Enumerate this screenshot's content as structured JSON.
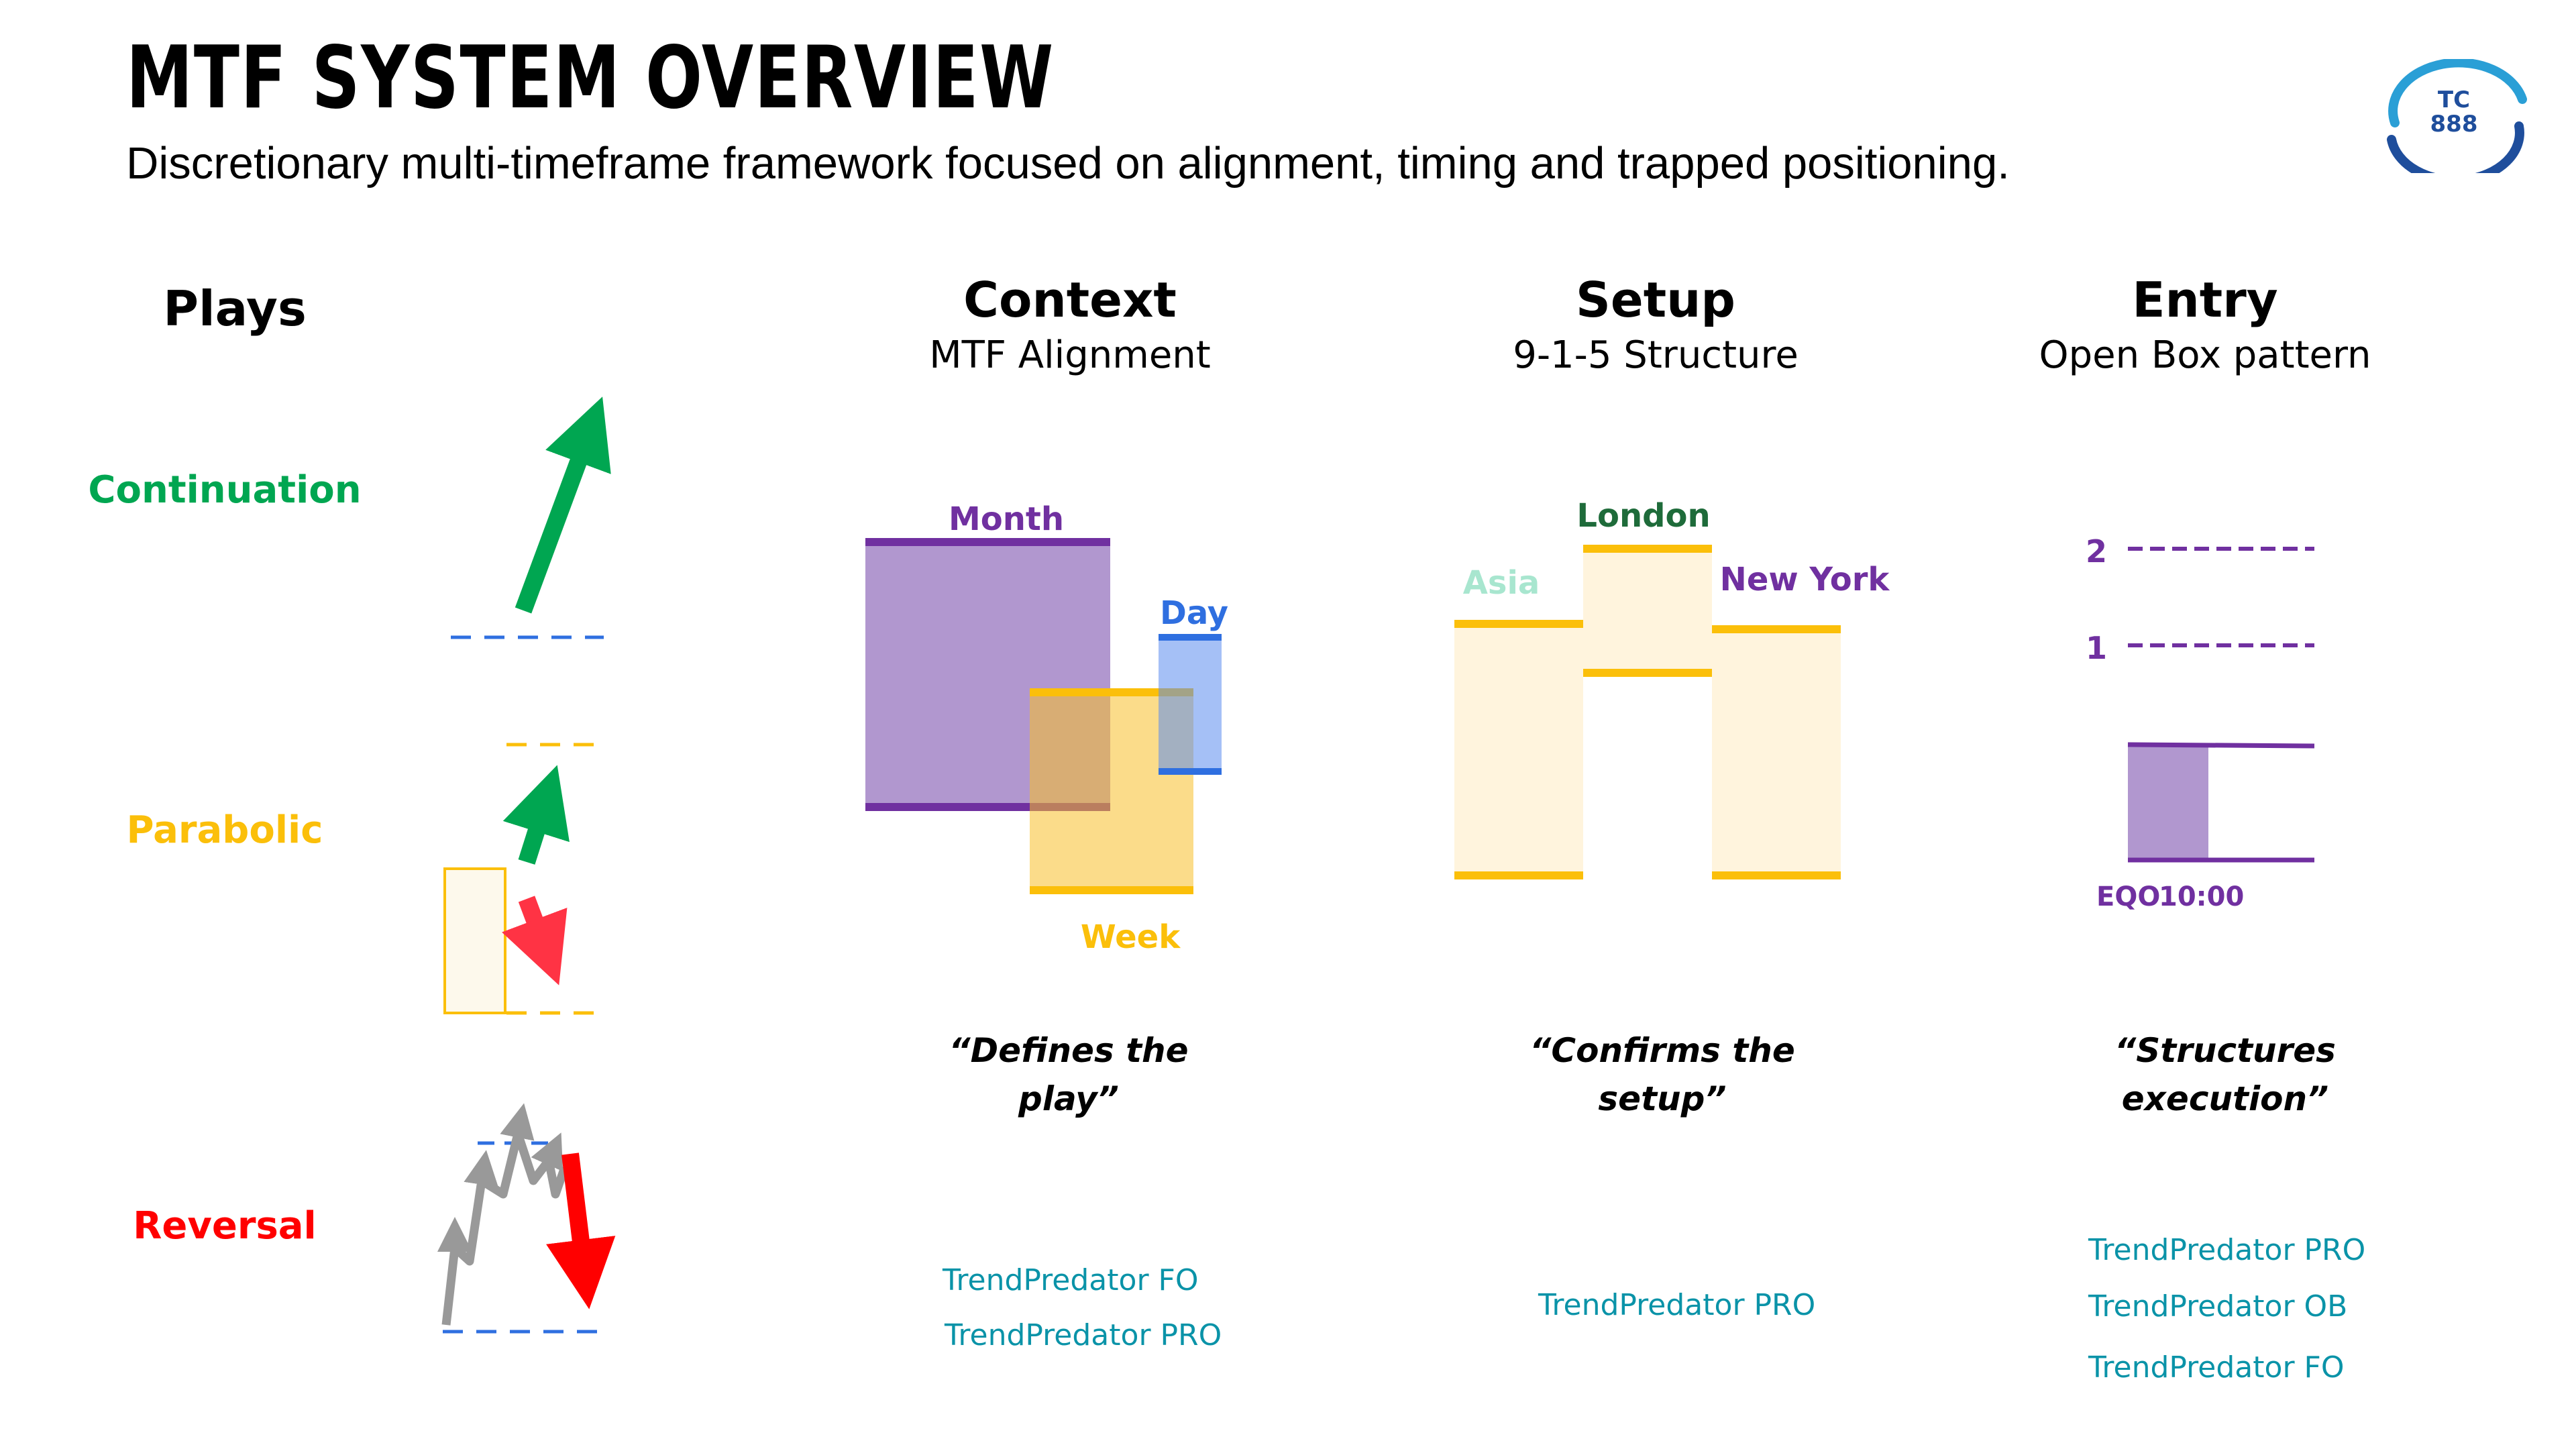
{
  "header": {
    "title": "MTF SYSTEM OVERVIEW",
    "subtitle": "Discretionary multi-timeframe framework focused on alignment, timing and trapped positioning.",
    "logo_text_line1": "TC",
    "logo_text_line2": "888"
  },
  "plays": {
    "heading": "Plays",
    "continuation": "Continuation",
    "parabolic": "Parabolic",
    "reversal": "Reversal"
  },
  "columns": {
    "context": {
      "title": "Context",
      "subtitle": "MTF Alignment",
      "labels": {
        "month": "Month",
        "week": "Week",
        "day": "Day"
      },
      "quote_line1": "“Defines the",
      "quote_line2": "play”",
      "tools": [
        "TrendPredator FO",
        "TrendPredator PRO"
      ]
    },
    "setup": {
      "title": "Setup",
      "subtitle": "9-1-5 Structure",
      "labels": {
        "asia": "Asia",
        "london": "London",
        "new_york": "New York"
      },
      "quote_line1": "“Confirms the",
      "quote_line2": "setup”",
      "tools": [
        "TrendPredator PRO"
      ]
    },
    "entry": {
      "title": "Entry",
      "subtitle": "Open Box pattern",
      "labels": {
        "level_2": "2",
        "level_1": "1",
        "eqo": "EQO",
        "time": "10:00"
      },
      "quote_line1": "“Structures",
      "quote_line2": "execution”",
      "tools": [
        "TrendPredator PRO",
        "TrendPredator OB",
        "TrendPredator FO"
      ]
    }
  },
  "colors": {
    "green": "#00a651",
    "yellow": "#fbbf0a",
    "red": "#ff0000",
    "purple": "#7030a0",
    "blue": "#2f6fe0",
    "gray": "#999999",
    "teal": "#0a93a8",
    "london_green": "#1e6b3a",
    "asia_mint": "#a8e6cf"
  }
}
